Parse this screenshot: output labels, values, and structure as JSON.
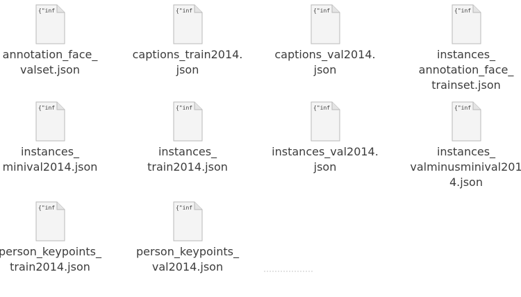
{
  "view": {
    "icon_name": "json-document-icon",
    "icon_preview_text": "{\"inf",
    "colors": {
      "background": "#ffffff",
      "label_text": "#3c3c3c",
      "icon_page": "#f4f4f4",
      "icon_border": "#b9b9b9"
    }
  },
  "files": [
    {
      "name": "annotation_face_valset.json",
      "lines": [
        "annotation_face_",
        "valset.json"
      ]
    },
    {
      "name": "captions_train2014.json",
      "lines": [
        "captions_train2014.",
        "json"
      ]
    },
    {
      "name": "captions_val2014.json",
      "lines": [
        "captions_val2014.",
        "json"
      ]
    },
    {
      "name": "instances_annotation_face_trainset.json",
      "lines": [
        "instances_",
        "annotation_face_",
        "trainset.json"
      ]
    },
    {
      "name": "instances_minival2014.json",
      "lines": [
        "instances_",
        "minival2014.json"
      ]
    },
    {
      "name": "instances_train2014.json",
      "lines": [
        "instances_",
        "train2014.json"
      ]
    },
    {
      "name": "instances_val2014.json",
      "lines": [
        "instances_val2014.",
        "json"
      ]
    },
    {
      "name": "instances_valminusminival2014.json",
      "lines": [
        "instances_",
        "valminusminival201",
        "4.json"
      ]
    },
    {
      "name": "person_keypoints_train2014.json",
      "lines": [
        "person_keypoints_",
        "train2014.json"
      ]
    },
    {
      "name": "person_keypoints_val2014.json",
      "lines": [
        "person_keypoints_",
        "val2014.json"
      ]
    }
  ]
}
